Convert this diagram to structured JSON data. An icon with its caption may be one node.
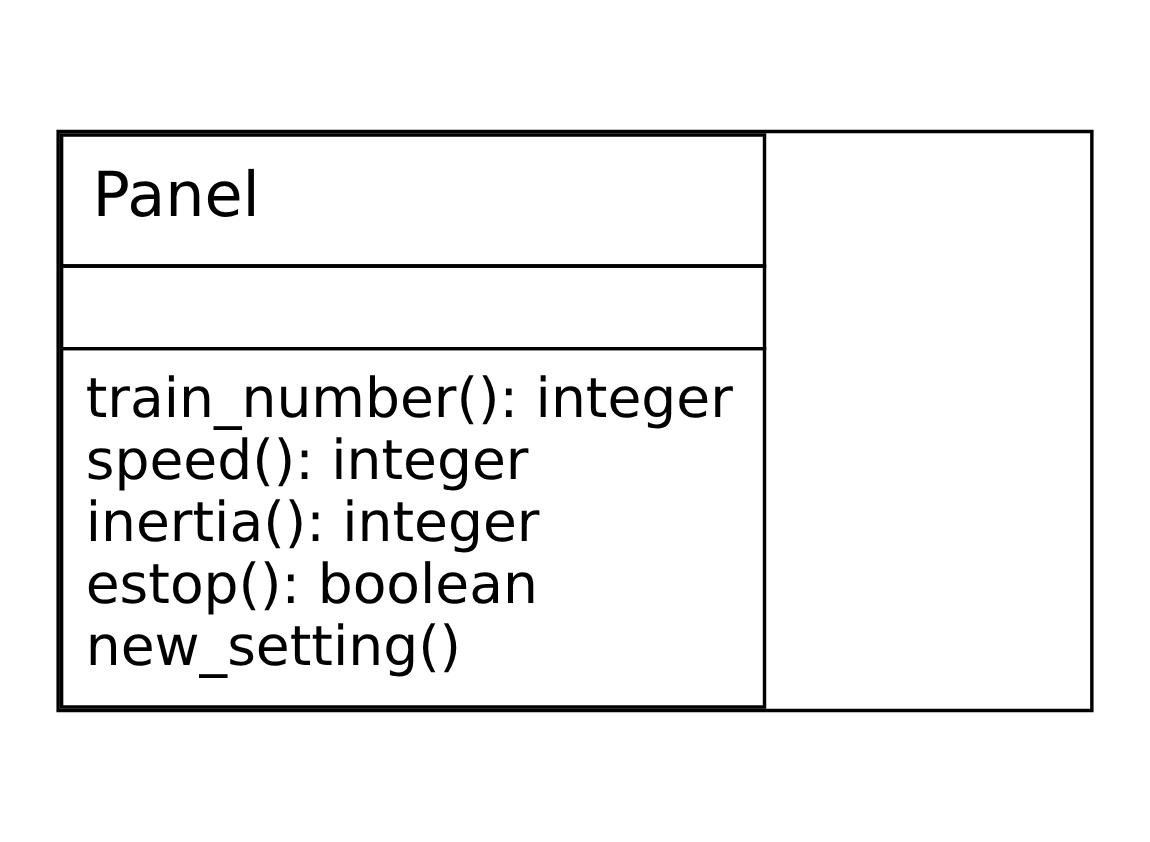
{
  "diagram": {
    "nodes": [
      {
        "text": [
          "Panel",
          "train_number(): integer",
          "speed(): integer",
          "inertia(): integer",
          "estop(): boolean",
          "new_setting()"
        ]
      }
    ]
  }
}
